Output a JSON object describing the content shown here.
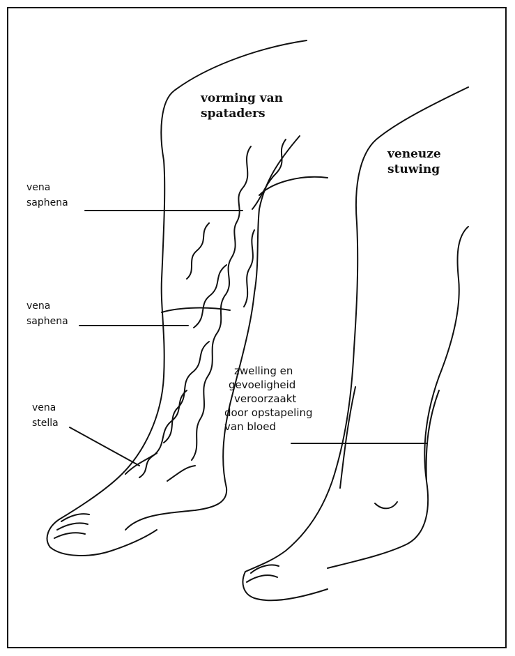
{
  "left_leg": {
    "title": [
      "vorming van",
      "spataders"
    ],
    "labels": [
      [
        "vena",
        "saphena"
      ],
      [
        "vena",
        "saphena"
      ],
      [
        "vena",
        "stella"
      ]
    ]
  },
  "right_leg": {
    "title": [
      "veneuze",
      "stuwing"
    ],
    "note": [
      "zwelling en",
      "gevoeligheid",
      "veroorzaakt",
      "door opstapeling",
      "van bloed"
    ]
  },
  "colors": {
    "ink": "#111111",
    "paper": "#ffffff"
  }
}
